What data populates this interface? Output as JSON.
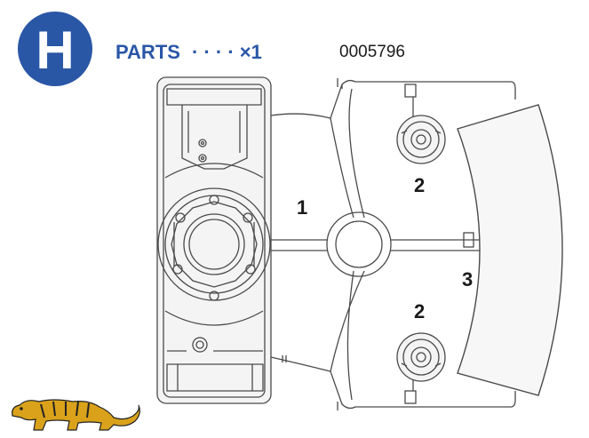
{
  "header": {
    "sprue_letter": "H",
    "parts_label": "PARTS",
    "quantity_label": "· · · · ×1",
    "part_number": "0005796"
  },
  "part_labels": {
    "frame": "1",
    "hub_top": "2",
    "hub_bottom": "2",
    "arc_panel": "3"
  },
  "logo": {
    "name": "tiger-logo",
    "text": ""
  },
  "colors": {
    "badge_blue": "#2a56a6",
    "line": "#4a4a4a",
    "part_fill": "#f4f4f4",
    "logo_gold": "#d9a21a"
  }
}
